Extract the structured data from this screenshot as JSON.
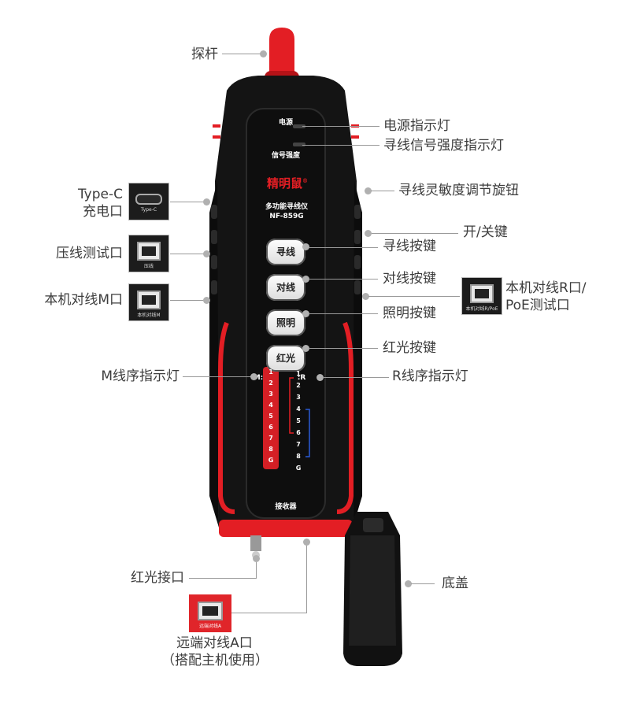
{
  "callouts": {
    "probe": "探杆",
    "power_led": "电源指示灯",
    "signal_led": "寻线信号强度指示灯",
    "typec_line1": "Type-C",
    "typec_line2": "充电口",
    "sensitivity": "寻线灵敏度调节旋钮",
    "power_key": "开/关键",
    "crimp_port": "压线测试口",
    "find_key": "寻线按键",
    "local_m": "本机对线M口",
    "pair_key": "对线按键",
    "local_r_line1": "本机对线R口/",
    "local_r_line2": "PoE测试口",
    "light_key": "照明按键",
    "red_key": "红光按键",
    "m_seq": "M线序指示灯",
    "r_seq": "R线序指示灯",
    "red_port": "红光接口",
    "bottom_cover": "底盖",
    "remote_a_line1": "远端对线A口",
    "remote_a_line2": "（搭配主机使用）"
  },
  "device": {
    "power_label": "电源",
    "signal_label": "信号强度",
    "brand": "精明鼠",
    "registered": "®",
    "model_name": "多功能寻线仪",
    "model_number": "NF-859G",
    "btn_find": "寻线",
    "btn_pair": "对线",
    "btn_light": "照明",
    "btn_red": "红光",
    "m_label": "M:",
    "r_label": ":R",
    "receiver": "接收器",
    "m_leds": [
      "1",
      "2",
      "3",
      "4",
      "5",
      "6",
      "7",
      "8",
      "G"
    ],
    "r_leds": [
      "1",
      "2",
      "3",
      "4",
      "5",
      "6",
      "7",
      "8",
      "G"
    ]
  },
  "thumbs": {
    "typec_caption": "Type-C",
    "crimp_caption": "压线",
    "local_m_caption": "本机对线M",
    "local_r_caption": "本机对线R/PoE",
    "remote_a_caption": "远端对线A"
  },
  "colors": {
    "accent_red": "#e0252a",
    "body_black": "#1a1a1a"
  }
}
